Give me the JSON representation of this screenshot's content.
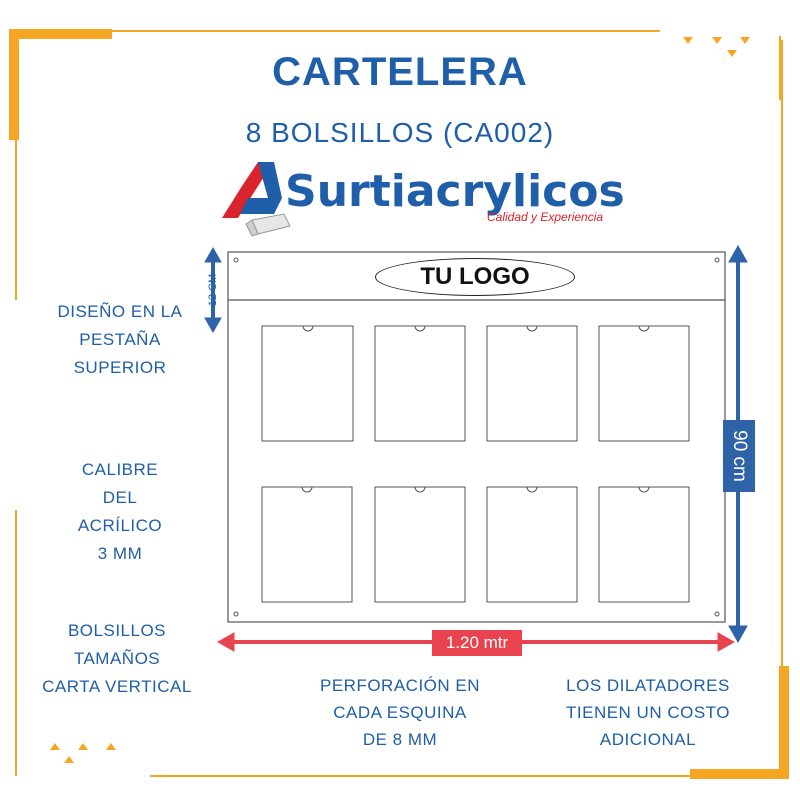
{
  "header": {
    "title": "CARTELERA",
    "subtitle": "8 BOLSILLOS (CA002)"
  },
  "brand": {
    "name": "Surtiacrylicos",
    "tagline": "Calidad y Experiencia"
  },
  "board": {
    "logo_text": "TU LOGO",
    "tab_height_label": "12 CM",
    "width_label": "1.20 mtr",
    "height_label": "90 cm",
    "pockets": 8
  },
  "notes": {
    "tab_design": [
      "DISEÑO EN LA",
      "PESTAÑA",
      "SUPERIOR"
    ],
    "gauge": [
      "CALIBRE",
      "DEL",
      "ACRÍLICO",
      "3 MM"
    ],
    "pocket_size": [
      "BOLSILLOS",
      "TAMAÑOS",
      "CARTA VERTICAL"
    ],
    "perforation": [
      "PERFORACIÓN EN",
      "CADA ESQUINA",
      "DE 8 MM"
    ],
    "dilators": [
      "LOS DILATADORES",
      "TIENEN UN COSTO",
      "ADICIONAL"
    ]
  },
  "colors": {
    "primary_blue": "#1f5ea8",
    "accent_orange": "#f5a623",
    "dim_red": "#e8434f",
    "dim_blue": "#2f63a8"
  }
}
